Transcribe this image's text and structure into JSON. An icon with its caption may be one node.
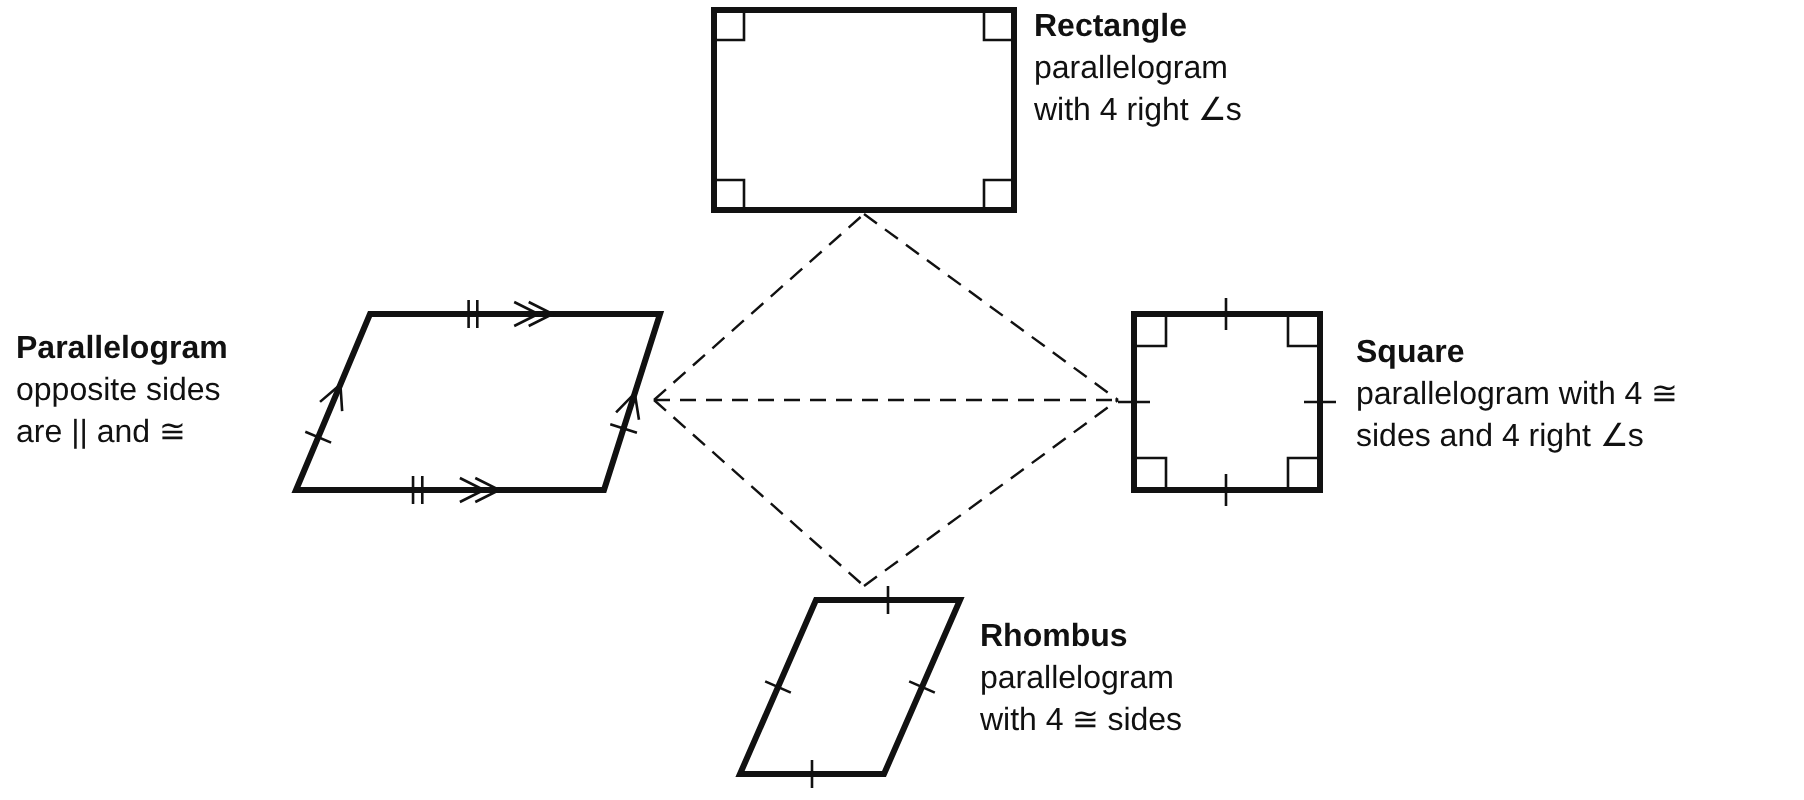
{
  "diagram": {
    "nodes": [
      {
        "text": [
          "Rectangle",
          "parallelogram with 4 right ∠s"
        ]
      },
      {
        "text": [
          "Parallelogram",
          "opposite sides are || and ≅"
        ]
      },
      {
        "text": [
          "Square",
          "parallelogram with 4 ≅ sides and 4 right ∠s"
        ]
      },
      {
        "text": [
          "Rhombus",
          "parallelogram with 4 ≅ sides"
        ]
      }
    ],
    "edges": [
      {
        "from": 1,
        "to": 0,
        "arrow": "none",
        "style": "dashed"
      },
      {
        "from": 0,
        "to": 2,
        "arrow": "none",
        "style": "dashed"
      },
      {
        "from": 1,
        "to": 2,
        "arrow": "none",
        "style": "dashed"
      },
      {
        "from": 1,
        "to": 3,
        "arrow": "none",
        "style": "dashed"
      },
      {
        "from": 3,
        "to": 2,
        "arrow": "none",
        "style": "dashed"
      }
    ]
  }
}
